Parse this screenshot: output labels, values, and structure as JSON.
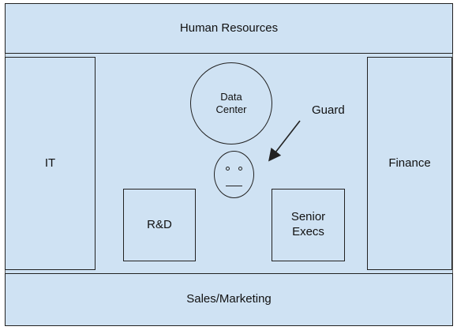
{
  "departments": {
    "human_resources": "Human Resources",
    "sales_marketing": "Sales/Marketing",
    "it": "IT",
    "finance": "Finance",
    "rd": "R&D",
    "senior_execs_line1": "Senior",
    "senior_execs_line2": "Execs",
    "data_center_line1": "Data",
    "data_center_line2": "Center"
  },
  "guard": {
    "label": "Guard"
  }
}
